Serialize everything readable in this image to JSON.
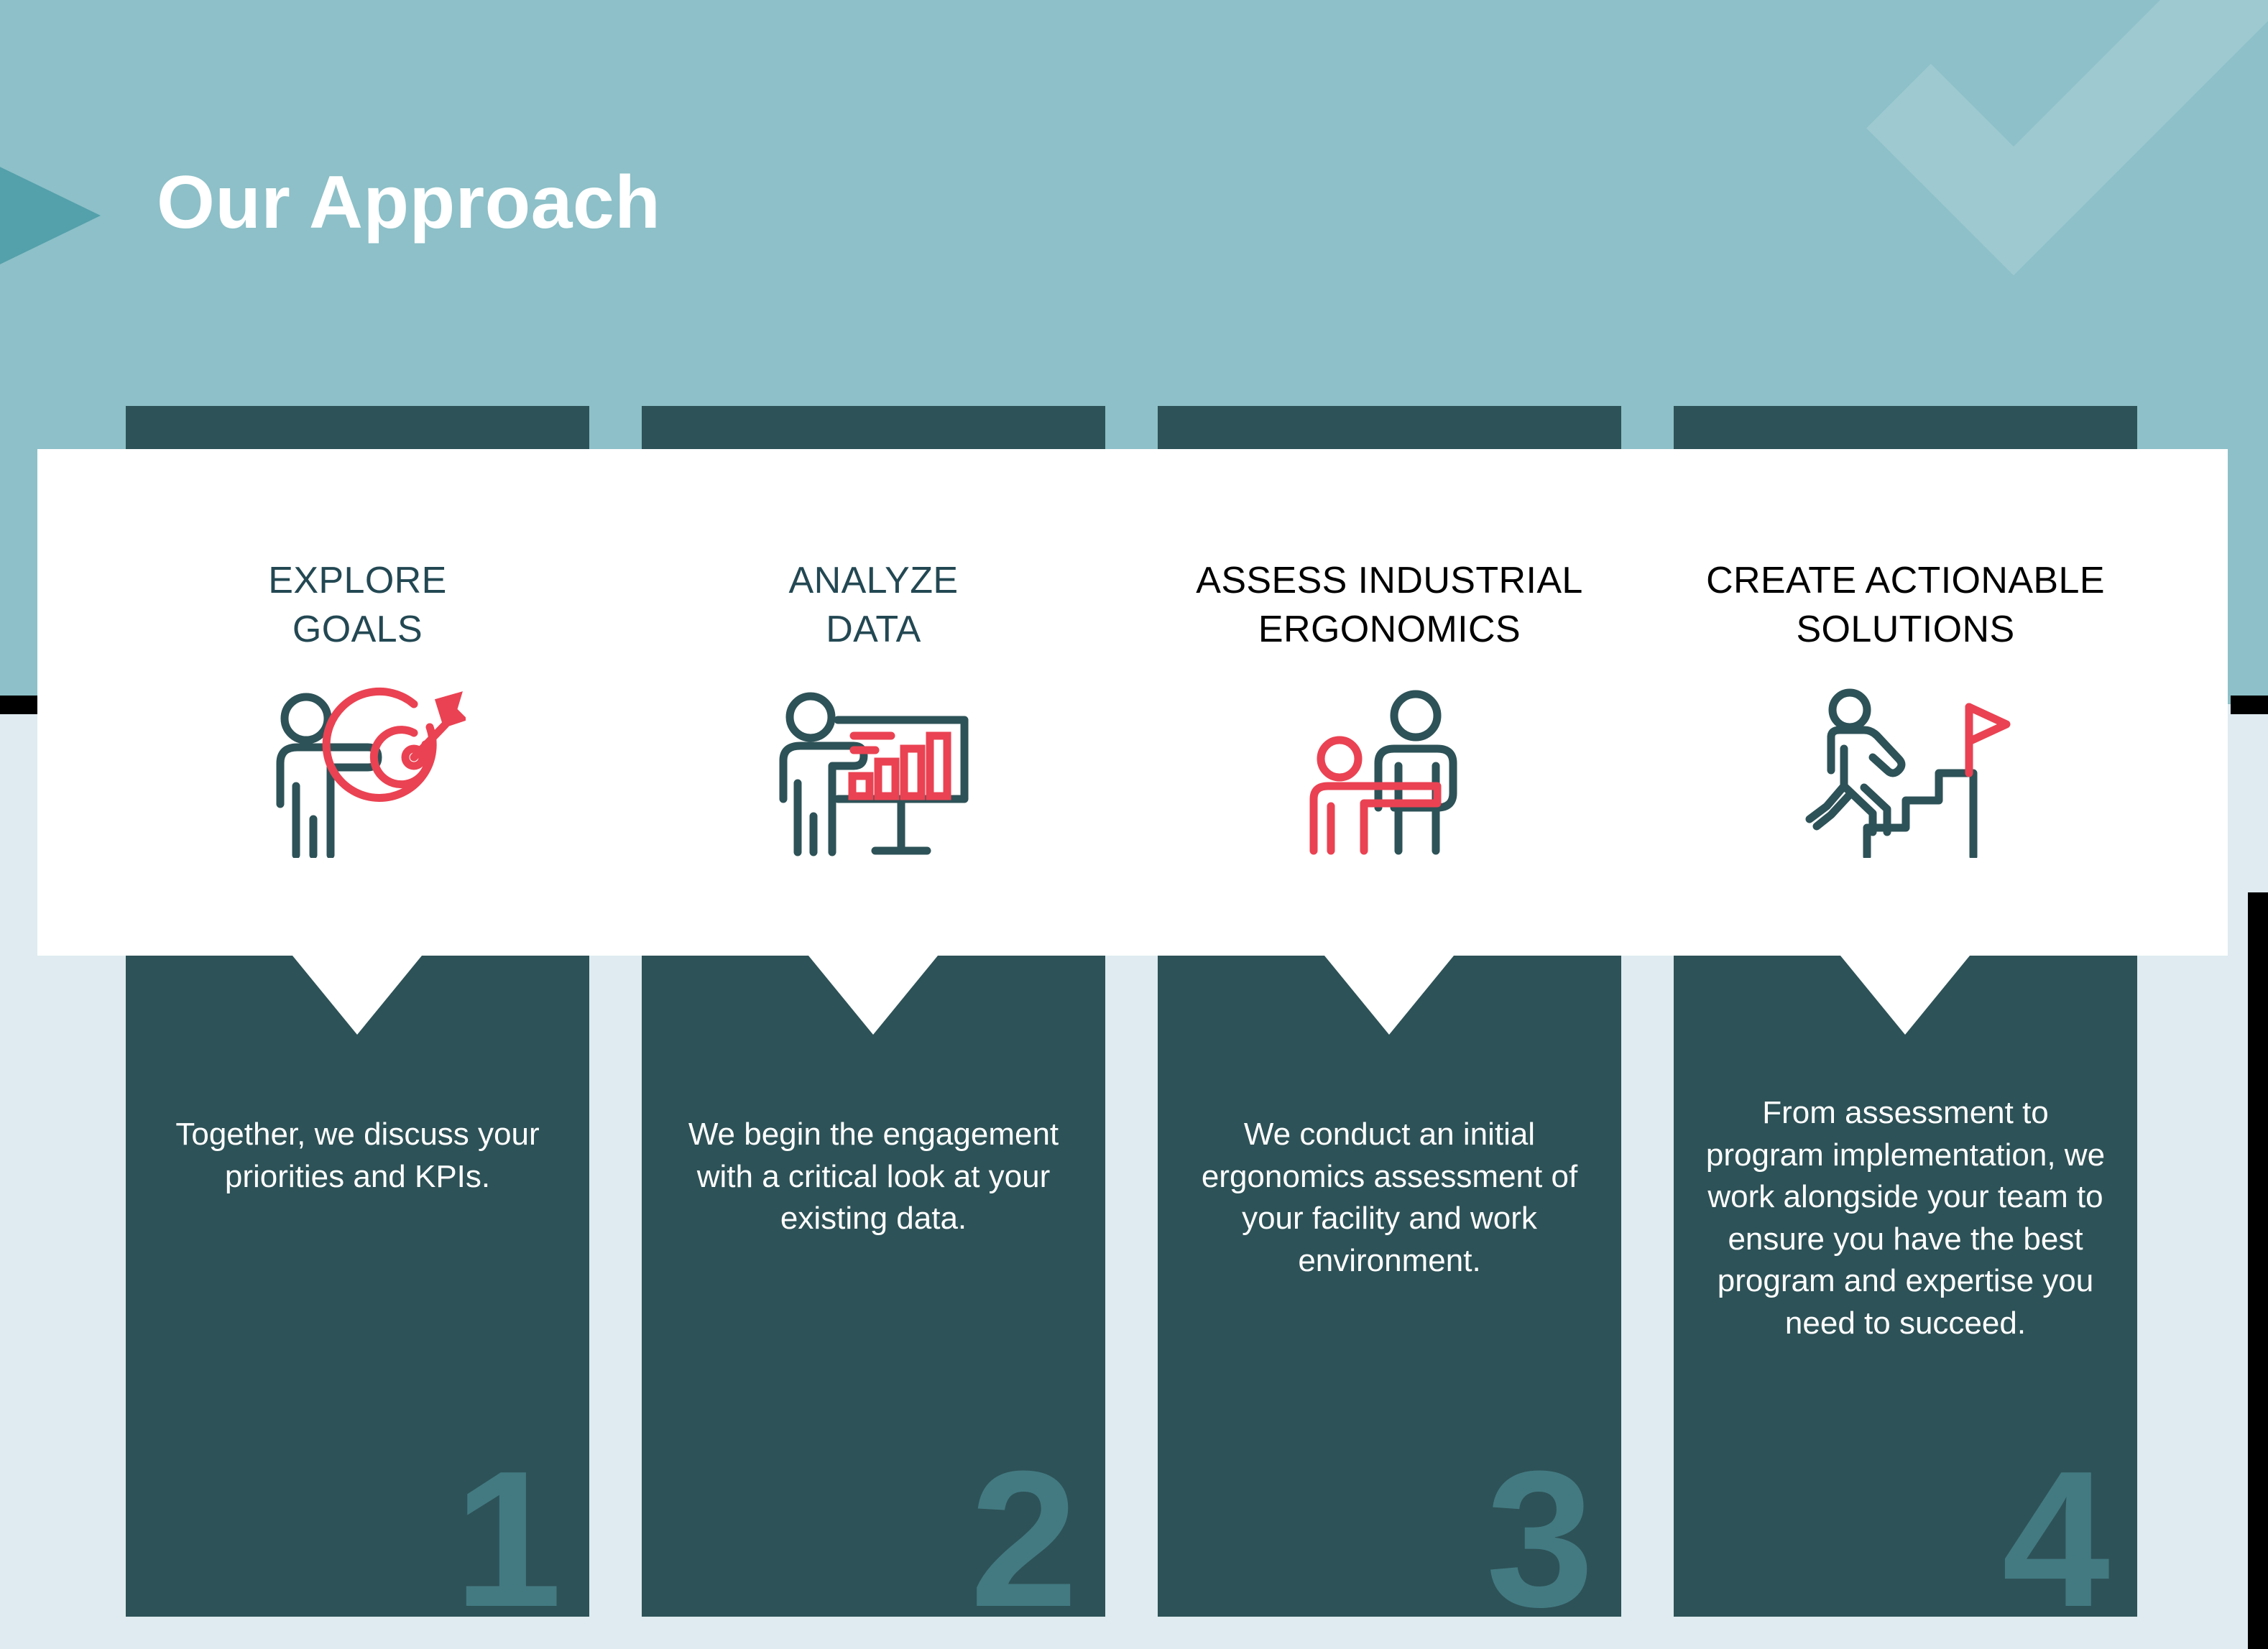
{
  "slide": {
    "title": "Our Approach",
    "colors": {
      "header_band": "#8dc0c8",
      "header_chevron": "#54a0ab",
      "card": "#2d5257",
      "panel": "#ffffff",
      "page_background": "#dfebf0",
      "accent_red": "#ea4252",
      "icon_teal": "#2d5257",
      "number_teal": "#437a82",
      "heading_teal": "#234853",
      "heading_black": "#000000",
      "rule_black": "#000000"
    },
    "watermark_icon": "checkmark-icon"
  },
  "steps": [
    {
      "number": "1",
      "title": "EXPLORE\nGOALS",
      "title_color": "teal",
      "icon": "person-target-icon",
      "body": "Together, we discuss your priorities and KPIs."
    },
    {
      "number": "2",
      "title": "ANALYZE\nDATA",
      "title_color": "teal",
      "icon": "person-bar-chart-presentation-icon",
      "body": "We begin the engagement with a critical look at your existing data."
    },
    {
      "number": "3",
      "title": "ASSESS INDUSTRIAL\nERGONOMICS",
      "title_color": "black",
      "icon": "two-people-workstation-icon",
      "body": "We conduct an initial ergonomics assessment of your facility and work environment."
    },
    {
      "number": "4",
      "title": "CREATE ACTIONABLE\nSOLUTIONS",
      "title_color": "black",
      "icon": "person-stairs-flag-icon",
      "body": "From assessment to program implementation, we work alongside your team to ensure you have the best program and expertise you need to succeed."
    }
  ]
}
